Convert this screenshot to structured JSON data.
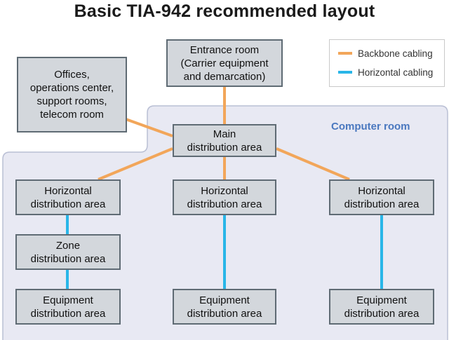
{
  "title": "Basic TIA-942 recommended layout",
  "room_label": "Computer room",
  "legend": {
    "backbone": {
      "label": "Backbone cabling",
      "color": "#f2a65a"
    },
    "horizontal": {
      "label": "Horizontal cabling",
      "color": "#29b6e8"
    }
  },
  "boxes": {
    "entrance": "Entrance room\n(Carrier equipment\nand demarcation)",
    "offices": "Offices,\noperations center,\nsupport rooms,\ntelecom room",
    "mda": "Main\ndistribution area",
    "hda_left": "Horizontal\ndistribution area",
    "hda_center": "Horizontal\ndistribution area",
    "hda_right": "Horizontal\ndistribution area",
    "zda": "Zone\ndistribution area",
    "eda_left": "Equipment\ndistribution area",
    "eda_center": "Equipment\ndistribution area",
    "eda_right": "Equipment\ndistribution area"
  },
  "colors": {
    "room_fill": "#e8e9f3",
    "room_border": "#b9bfd4",
    "box_fill": "#d3d7dc",
    "box_border": "#5f6b74"
  }
}
